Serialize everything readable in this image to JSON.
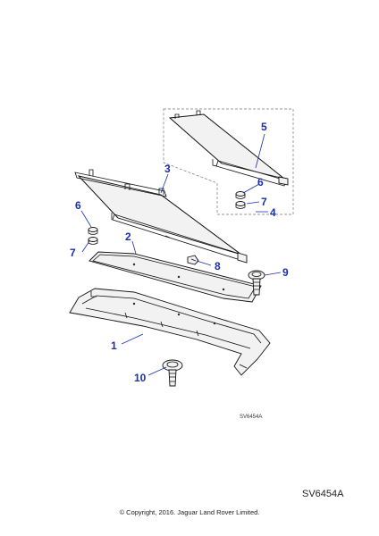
{
  "callouts": {
    "c1": "1",
    "c2": "2",
    "c3": "3",
    "c4": "4",
    "c5": "5",
    "c6a": "6",
    "c6b": "6",
    "c7a": "7",
    "c7b": "7",
    "c8": "8",
    "c9": "9",
    "c10": "10"
  },
  "illustration_code_small": "SV6454A",
  "illustration_code": "SV6454A",
  "copyright": "© Copyright, 2016. Jaguar Land Rover Limited.",
  "colors": {
    "callout": "#1a2fb0",
    "line": "#111111",
    "fill": "#f2f2f2"
  }
}
